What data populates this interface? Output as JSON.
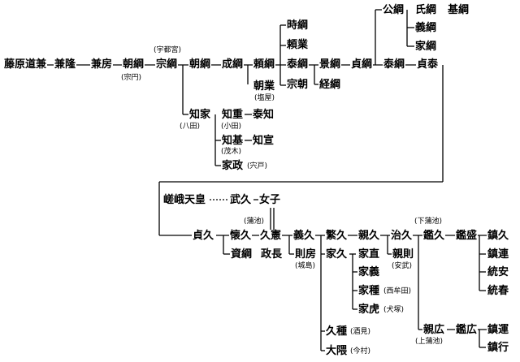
{
  "lines_color": "#000000",
  "persons": {
    "fujiwara_michikane": "藤原道兼",
    "kanetaka": "兼隆",
    "kanefusa": "兼房",
    "tomotsuna1": "朝綱",
    "munetsuna": "宗綱",
    "tomotsuna2": "朝綱",
    "naritsuna": "成綱",
    "yoritsuna": "頼綱",
    "tokitsuna": "時綱",
    "yorinari": "頼業",
    "yasutsuna": "泰綱",
    "munetomo": "宗朝",
    "tomonari": "朝業",
    "kagetsuna": "景綱",
    "tsunetsuna": "経綱",
    "sadatsuna": "貞綱",
    "kimitsuna": "公綱",
    "ujitsuna": "氏綱",
    "mototsuna": "基綱",
    "yoshitsuna": "義綱",
    "ietsuna": "家綱",
    "yasutsuna2": "泰綱",
    "sadayasu": "貞泰",
    "tomoie": "知家",
    "tomoshige": "知重",
    "yasutomo": "泰知",
    "tomomoto": "知基",
    "tomonobu": "知宣",
    "iemasa": "家政",
    "saga_tenno": "嵯峨天皇",
    "takehisa": "武久",
    "joshi": "女子",
    "sadahisa": "貞久",
    "kaihisa": "懐久",
    "hisanori": "久憲",
    "sukemune": "資綱",
    "masanaga": "政長",
    "yoshihisa": "義久",
    "norifusa": "則房",
    "shigehisa": "繁久",
    "chikahisa": "親久",
    "iehisa": "家久",
    "ienao": "家直",
    "ieyoshi": "家義",
    "ietane": "家種",
    "ietora": "家虎",
    "hisatane": "久種",
    "ohkuma": "大隈",
    "harahisa": "治久",
    "chikanori": "親則",
    "akihisa": "鑑久",
    "akimori": "鑑盛",
    "shizuhisa": "鎮久",
    "shizutsura": "鎮連",
    "shizuyasu": "統安",
    "munenari": "統春",
    "chikahiro": "親広",
    "akihiro": "鑑広",
    "shizumichi": "鎮運",
    "shizuyuki": "鎮行"
  },
  "notes": {
    "soen": "(宗円)",
    "utsunomiya": "(宇都宮)",
    "shionoya": "(塩屋)",
    "hatta": "(八田)",
    "oda": "(小田)",
    "mogi": "(茂木)",
    "shishido": "(宍戸)",
    "kamachi": "(蒲池)",
    "shimakamachi": "(下蒲池)",
    "kijima": "(城島)",
    "anbu": "(安武)",
    "nishimuta": "(西牟田)",
    "inuzuka": "(犬塚)",
    "sakami": "(酒見)",
    "imamura": "(今村)",
    "kamikamachi": "(上蒲池)"
  }
}
